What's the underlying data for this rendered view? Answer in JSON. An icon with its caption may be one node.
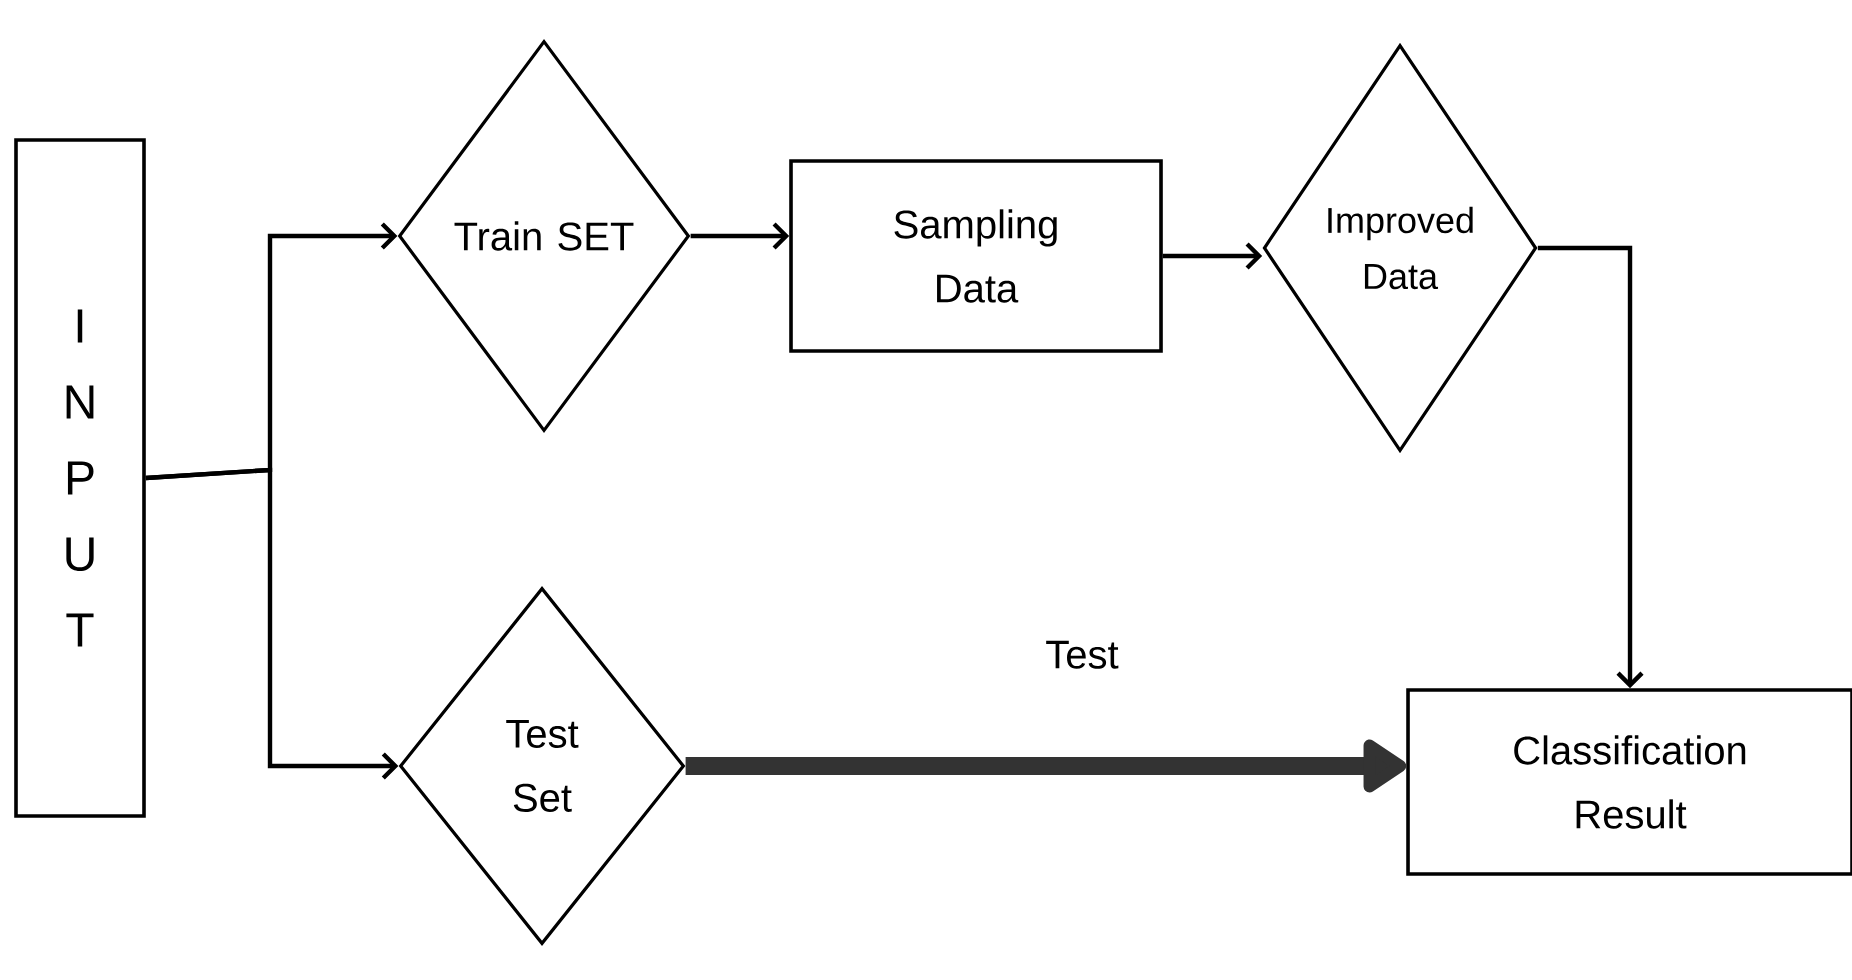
{
  "diagram": {
    "nodes": [
      {
        "text": [
          "I N P U T"
        ]
      },
      {
        "text": [
          "Train SET"
        ]
      },
      {
        "text": [
          "Test Set"
        ]
      },
      {
        "text": [
          "Sampling Data"
        ]
      },
      {
        "text": [
          "Improved Data"
        ]
      },
      {
        "text": [
          "Classification Result"
        ]
      }
    ],
    "edges": [
      {
        "from": 0,
        "to": 1,
        "arrow": "to"
      },
      {
        "from": 0,
        "to": 2,
        "arrow": "to"
      },
      {
        "from": 1,
        "to": 3,
        "arrow": "to"
      },
      {
        "from": 3,
        "to": 4,
        "arrow": "to"
      },
      {
        "from": 4,
        "to": 5,
        "arrow": "to"
      },
      {
        "from": 2,
        "to": 5,
        "arrow": "to",
        "label": "Test",
        "style": "thick",
        "color": "#333333"
      }
    ]
  }
}
